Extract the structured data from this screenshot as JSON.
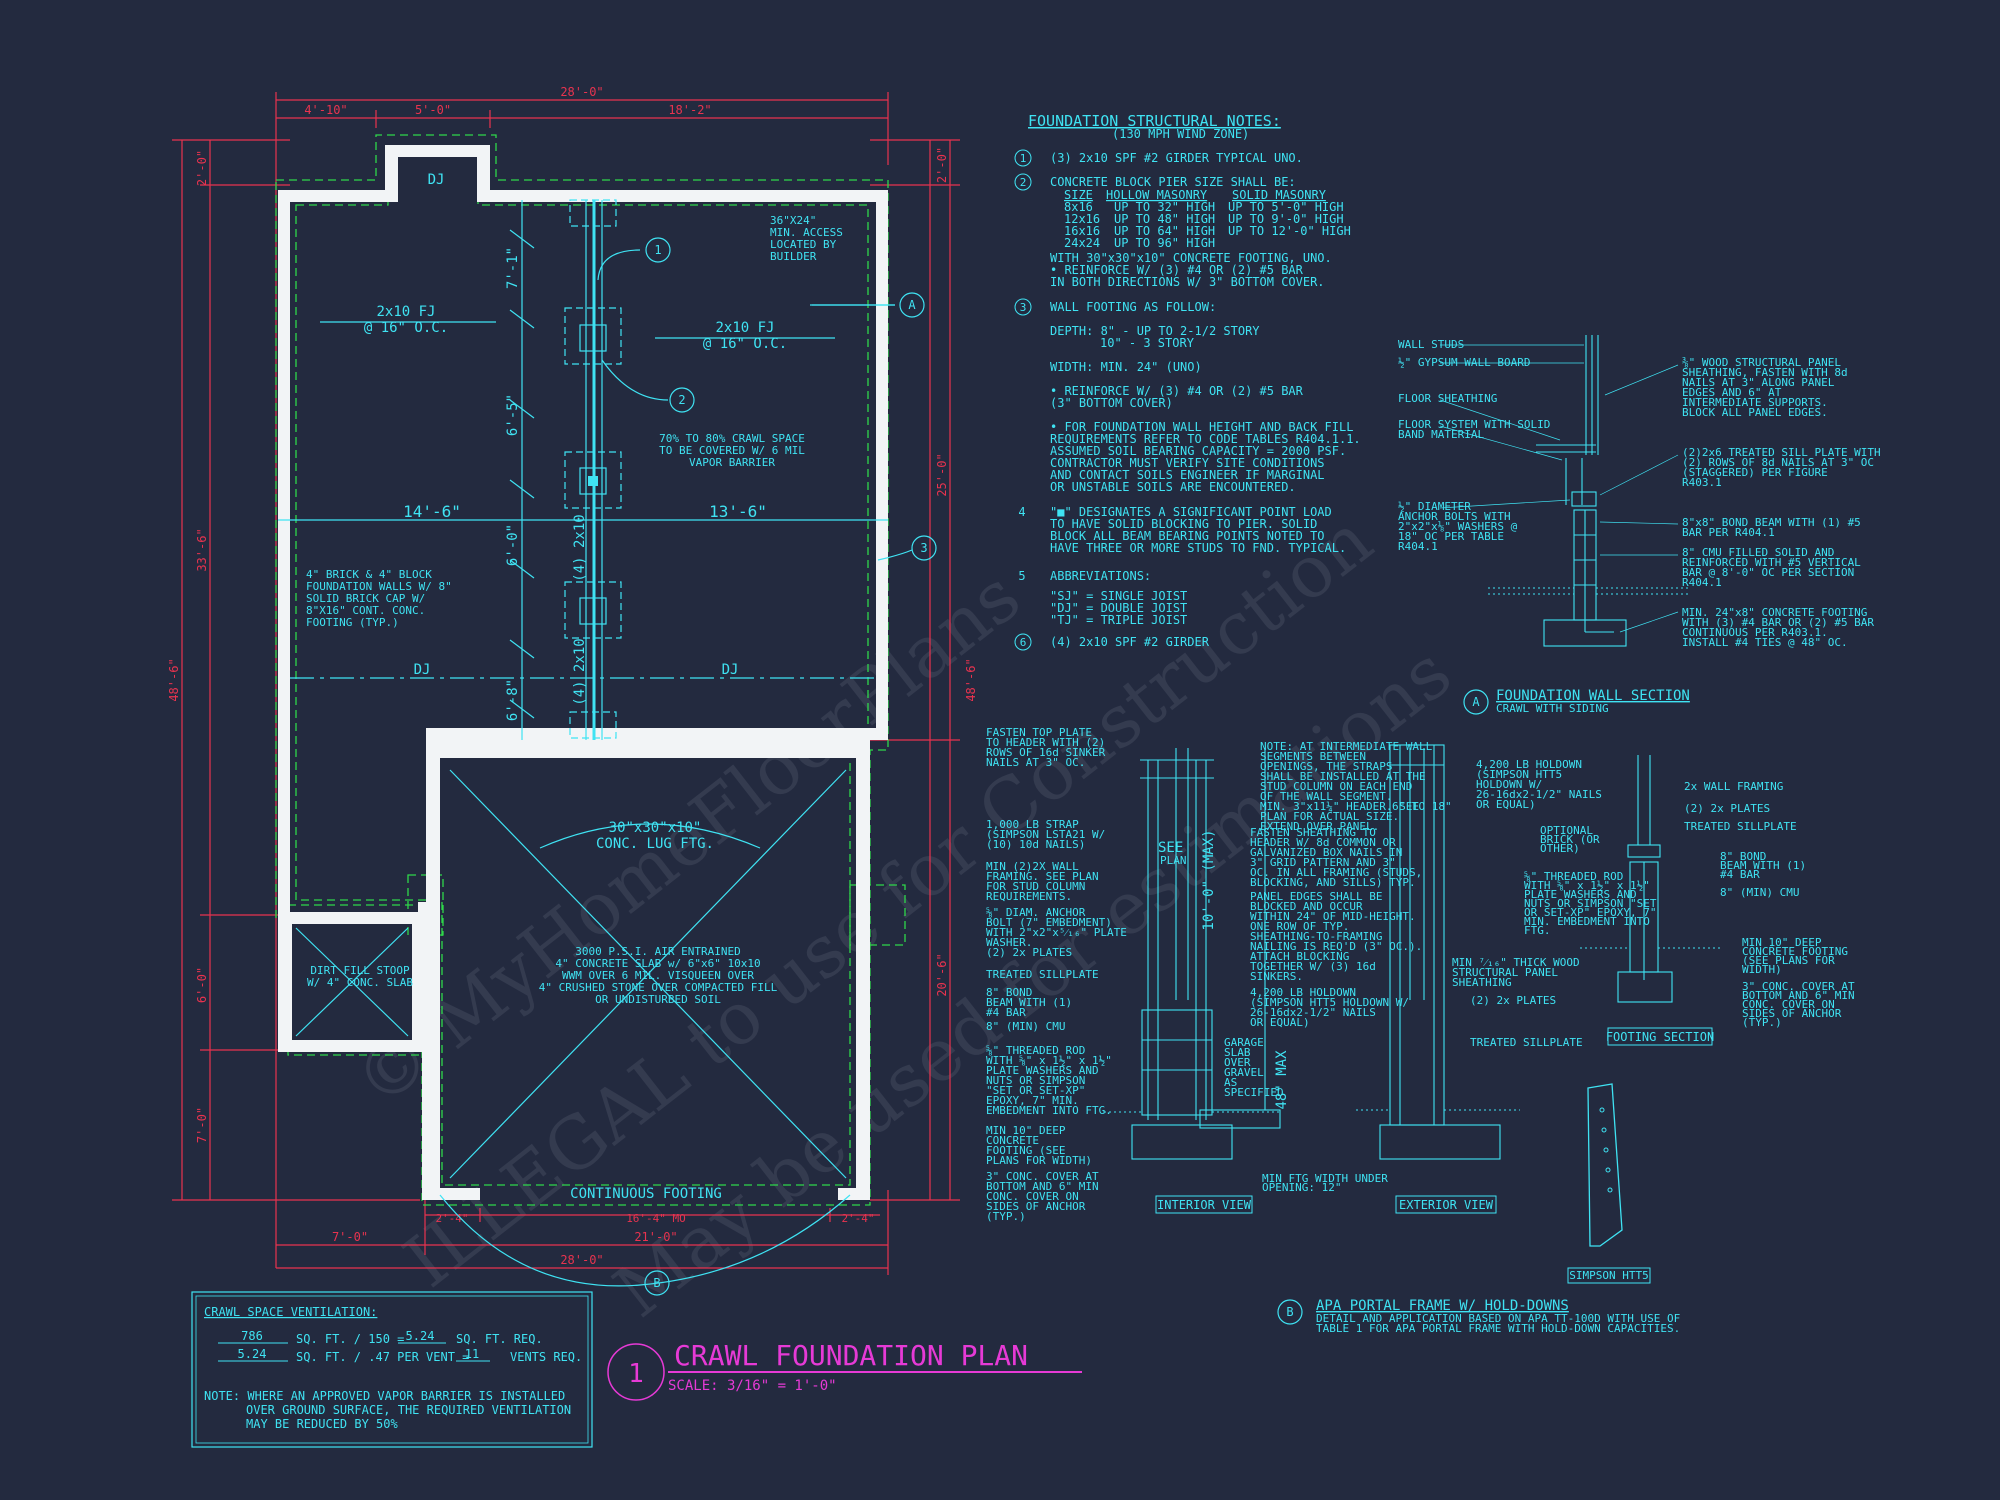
{
  "plan": {
    "overall_width": "28'-0\"",
    "top_dims": [
      "4'-10\"",
      "5'-0\"",
      "18'-2\""
    ],
    "bottom_dims": [
      "7'-0\"",
      "21'-0\"",
      "28'-0\""
    ],
    "bottom_small": [
      "2'-4\"",
      "16'-4\" MO",
      "2'-4\""
    ],
    "left_dims": [
      "2'-0\"",
      "33'-6\"",
      "6'-0\"",
      "7'-0\"",
      "48'-6\""
    ],
    "right_dims": [
      "2'-0\"",
      "25'-0\"",
      "48'-6\"",
      "20'-6\""
    ],
    "center_dims": [
      "7'-1\"",
      "6'-5\"",
      "6'-0\"",
      "6'-8\""
    ],
    "span_left": "14'-6\"",
    "span_right": "13'-6\"",
    "dj_top": "DJ",
    "dj_left": "DJ",
    "dj_right": "DJ",
    "girder_a": "(4) 2x10",
    "girder_b": "(4) 2x10",
    "fj_left": [
      "2x10 FJ",
      "@ 16\" O.C."
    ],
    "fj_right": [
      "2x10 FJ",
      "@ 16\" O.C."
    ],
    "access_note": [
      "36\"X24\"",
      "MIN. ACCESS",
      "LOCATED BY",
      "BUILDER"
    ],
    "vapor_note": [
      "70% TO 80% CRAWL SPACE",
      "TO BE COVERED W/ 6 MIL",
      "VAPOR BARRIER"
    ],
    "wall_note": [
      "4\" BRICK & 4\" BLOCK",
      "FOUNDATION WALLS W/ 8\"",
      "SOLID BRICK CAP W/",
      "8\"X16\" CONT. CONC.",
      "FOOTING (TYP.)"
    ],
    "stoop_note": [
      "DIRT FILL STOOP",
      "W/ 4\" CONC. SLAB"
    ],
    "lug_note": [
      "30\"x30\"x10\"",
      "CONC. LUG FTG."
    ],
    "slab_note": [
      "3000 P.S.I. AIR ENTRAINED",
      "4\" CONCRETE SLAB w/ 6\"x6\" 10x10",
      "WWM OVER 6 MIL. VISQUEEN OVER",
      "4\" CRUSHED STONE OVER COMPACTED FILL",
      "OR UNDISTURBED SOIL"
    ],
    "continuous_footing": "CONTINUOUS FOOTING",
    "callouts": [
      "1",
      "2",
      "3"
    ],
    "section_a": "A",
    "section_b": "B"
  },
  "title": {
    "number": "1",
    "name": "CRAWL FOUNDATION PLAN",
    "scale": "SCALE: 3/16\" = 1'-0\""
  },
  "ventilation": {
    "heading": "CRAWL SPACE VENTILATION:",
    "r1_val": "786",
    "r1_text": "SQ. FT. / 150 =",
    "r1_res": "5.24",
    "r1_tail": "SQ. FT. REQ.",
    "r2_val": "5.24",
    "r2_text": "SQ. FT. / .47 PER VENT =",
    "r2_res": "11",
    "r2_tail": "VENTS REQ.",
    "note": [
      "NOTE:  WHERE AN APPROVED VAPOR BARRIER IS INSTALLED",
      "OVER GROUND SURFACE, THE REQUIRED VENTILATION",
      "MAY BE REDUCED BY 50%"
    ]
  },
  "notes": {
    "heading": "FOUNDATION STRUCTURAL NOTES:",
    "subheading": "(130 MPH WIND ZONE)",
    "n1_num": "1",
    "n1": "(3) 2x10 SPF #2 GIRDER TYPICAL UNO.",
    "n2_num": "2",
    "n2": "CONCRETE BLOCK PIER SIZE SHALL BE:",
    "pier_header": [
      "SIZE",
      "HOLLOW MASONRY",
      "SOLID MASONRY"
    ],
    "pier_rows": [
      [
        "8x16",
        "UP TO 32\" HIGH",
        "UP TO 5'-0\" HIGH"
      ],
      [
        "12x16",
        "UP TO 48\" HIGH",
        "UP TO 9'-0\" HIGH"
      ],
      [
        "16x16",
        "UP TO 64\" HIGH",
        "UP TO 12'-0\" HIGH"
      ],
      [
        "24x24",
        "UP TO 96\" HIGH",
        ""
      ]
    ],
    "n2_tail": [
      "WITH 30\"x30\"x10\" CONCRETE FOOTING, UNO.",
      "• REINFORCE W/ (3) #4 OR (2) #5 BAR",
      "IN BOTH DIRECTIONS W/ 3\" BOTTOM COVER."
    ],
    "n3_num": "3",
    "n3": "WALL FOOTING AS FOLLOW:",
    "n3_lines": [
      "DEPTH:  8\" - UP TO 2-1/2 STORY",
      "10\" - 3 STORY",
      "WIDTH:  MIN. 24\" (UNO)",
      "• REINFORCE W/ (3) #4 OR (2) #5 BAR",
      "(3\" BOTTOM COVER)",
      "• FOR FOUNDATION WALL HEIGHT AND BACK FILL",
      "REQUIREMENTS REFER TO CODE TABLES R404.1.1.",
      "ASSUMED SOIL BEARING CAPACITY = 2000 PSF.",
      "CONTRACTOR MUST VERIFY SITE CONDITIONS",
      "AND CONTACT SOILS ENGINEER IF MARGINAL",
      "OR UNSTABLE SOILS ARE ENCOUNTERED."
    ],
    "n4_num": "4",
    "n4_lines": [
      "\"■\" DESIGNATES A SIGNIFICANT POINT LOAD",
      "TO HAVE SOLID BLOCKING TO PIER. SOLID",
      "BLOCK ALL BEAM BEARING POINTS NOTED TO",
      "HAVE THREE OR MORE STUDS TO FND. TYPICAL."
    ],
    "n5_num": "5",
    "n5": "ABBREVIATIONS:",
    "n5_lines": [
      "\"SJ\" = SINGLE JOIST",
      "\"DJ\" = DOUBLE JOIST",
      "\"TJ\" = TRIPLE JOIST"
    ],
    "n6_num": "6",
    "n6": "(4) 2x10 SPF #2 GIRDER"
  },
  "wall_section": {
    "labels_left": [
      "WALL STUDS",
      "½\" GYPSUM WALL BOARD",
      "FLOOR SHEATHING",
      "FLOOR SYSTEM WITH SOLID",
      "BAND MATERIAL",
      "½\" DIAMETER",
      "ANCHOR BOLTS WITH",
      "2\"x2\"x⅛\" WASHERS @",
      "18\" OC PER TABLE",
      "R404.1"
    ],
    "labels_right": [
      "⅜\" WOOD STRUCTURAL PANEL",
      "SHEATHING, FASTEN WITH 8d",
      "NAILS AT 3\" ALONG PANEL",
      "EDGES AND 6\" AT",
      "INTERMEDIATE SUPPORTS.",
      "BLOCK ALL PANEL EDGES.",
      "(2)2x6 TREATED SILL PLATE WITH",
      "(2) ROWS OF 8d NAILS AT 3\" OC",
      "(STAGGERED) PER FIGURE",
      "R403.1",
      "8\"x8\" BOND BEAM WITH (1) #5",
      "BAR PER R404.1",
      "8\" CMU FILLED SOLID AND",
      "REINFORCED WITH #5 VERTICAL",
      "BAR @ 8'-0\" OC PER SECTION",
      "R404.1",
      "MIN. 24\"x8\" CONCRETE FOOTING",
      "WITH (3) #4 BAR OR (2) #5 BAR",
      "CONTINUOUS PER R403.1.",
      "INSTALL #4 TIES @ 48\" OC."
    ],
    "marker": "A",
    "title": "FOUNDATION WALL SECTION",
    "subtitle": "CRAWL WITH SIDING"
  },
  "portal": {
    "left_labels": [
      "FASTEN TOP PLATE",
      "TO HEADER WITH (2)",
      "ROWS OF 16d SINKER",
      "NAILS AT 3\" OC.",
      "1,000 LB STRAP",
      "(SIMPSON LSTA21 W/",
      "(10) 10d NAILS)",
      "MIN (2)2X WALL",
      "FRAMING. SEE PLAN",
      "FOR STUD COLUMN",
      "REQUIREMENTS.",
      "⅝\" DIAM. ANCHOR",
      "BOLT (7\" EMBEDMENT)",
      "WITH 2\"x2\"x⁵⁄₁₆\" PLATE",
      "WASHER.",
      "(2) 2x PLATES",
      "TREATED SILLPLATE",
      "8\" BOND",
      "BEAM WITH (1)",
      "#4 BAR",
      "8\" (MIN) CMU",
      "⅝\" THREADED ROD",
      "WITH ⅝\" x 1½\" x 1½\"",
      "PLATE WASHERS AND",
      "NUTS OR SIMPSON",
      "\"SET OR SET-XP\"",
      "EPOXY, 7\" MIN.",
      "EMBEDMENT INTO FTG.",
      "MIN 10\" DEEP",
      "CONCRETE",
      "FOOTING (SEE",
      "PLANS FOR WIDTH)",
      "3\" CONC. COVER AT",
      "BOTTOM AND 6\" MIN",
      "CONC. COVER ON",
      "SIDES OF ANCHOR",
      "(TYP.)"
    ],
    "mid_labels": [
      "NOTE: AT INTERMEDIATE WALL",
      "SEGMENTS BETWEEN",
      "OPENINGS, THE STRAPS",
      "SHALL BE INSTALLED AT THE",
      "STUD COLUMN ON EACH END",
      "OF THE WALL SEGMENT.",
      "MIN. 3\"x11¼\" HEADER. SEE",
      "PLAN FOR ACTUAL SIZE.",
      "EXTEND OVER PANEL.",
      "FASTEN SHEATHING TO",
      "HEADER W/ 8d COMMON OR",
      "GALVANIZED BOX NAILS IN",
      "3\" GRID PATTERN AND 3\"",
      "OC. IN ALL FRAMING (STUDS,",
      "BLOCKING, AND SILLS) TYP.",
      "PANEL EDGES SHALL BE",
      "BLOCKED AND OCCUR",
      "WITHIN 24\" OF MID-HEIGHT.",
      "ONE ROW OF TYP.",
      "SHEATHING-TO-FRAMING",
      "NAILING IS REQ'D (3\" OC.).",
      "ATTACH BLOCKING",
      "TOGETHER W/ (3) 16d",
      "SINKERS.",
      "4,200 LB HOLDOWN",
      "(SIMPSON HTT5 HOLDOWN W/",
      "26-16dx2-1/2\" NAILS",
      "OR EQUAL)"
    ],
    "garage_labels": [
      "GARAGE",
      "SLAB",
      "OVER",
      "GRAVEL",
      "AS",
      "SPECIFIED"
    ],
    "see_plan": [
      "SEE",
      "PLAN"
    ],
    "max_ten": "10'-0\" (MAX)",
    "max_48": "48\" MAX",
    "min_ftg": [
      "MIN FTG WIDTH UNDER",
      "OPENING: 12\""
    ],
    "interior_view": "INTERIOR VIEW",
    "ext_top": "6\" TO 18\"",
    "ext_labels": [
      "4,200 LB HOLDOWN",
      "(SIMPSON HTT5",
      "HOLDOWN W/",
      "26-16dx2-1/2\" NAILS",
      "OR EQUAL)",
      "MIN ⁷⁄₁₆\" THICK WOOD",
      "STRUCTURAL PANEL",
      "SHEATHING",
      "(2) 2x PLATES",
      "TREATED SILLPLATE"
    ],
    "exterior_view": "EXTERIOR VIEW",
    "footing_labels": [
      "2x WALL FRAMING",
      "(2) 2x PLATES",
      "TREATED SILLPLATE",
      "OPTIONAL",
      "BRICK (OR",
      "OTHER)",
      "8\" BOND",
      "BEAM WITH (1)",
      "#4 BAR",
      "8\" (MIN) CMU",
      "⅝\" THREADED ROD",
      "WITH ⅝\" x 1½\" x 1½\"",
      "PLATE WASHERS AND",
      "NUTS OR SIMPSON \"SET",
      "OR SET-XP\" EPOXY, 7\"",
      "MIN. EMBEDMENT INTO",
      "FTG.",
      "MIN 10\" DEEP",
      "CONCRETE FOOTING",
      "(SEE PLANS FOR",
      "WIDTH)",
      "3\" CONC. COVER AT",
      "BOTTOM AND 6\" MIN",
      "CONC. COVER ON",
      "SIDES OF ANCHOR",
      "(TYP.)"
    ],
    "footing_section": "FOOTING SECTION",
    "simpson": "SIMPSON HTT5",
    "marker": "B",
    "title": "APA PORTAL FRAME W/ HOLD-DOWNS",
    "subtitle": [
      "DETAIL AND APPLICATION BASED ON APA TT-100D WITH USE OF",
      "TABLE 1 FOR APA PORTAL FRAME WITH HOLD-DOWN CAPACITIES."
    ]
  },
  "watermark": {
    "w1": "© MyHomeFloorPlans",
    "w2": "ILLEGAL to use for Construction",
    "w3": "May be used for estimations"
  },
  "colors": {
    "background": "#232a3f",
    "linework": "#3fe3f3",
    "dimension": "#e8334f",
    "wall": "#f2f4f6",
    "hidden": "#2fd84a",
    "title": "#e63ad6"
  }
}
